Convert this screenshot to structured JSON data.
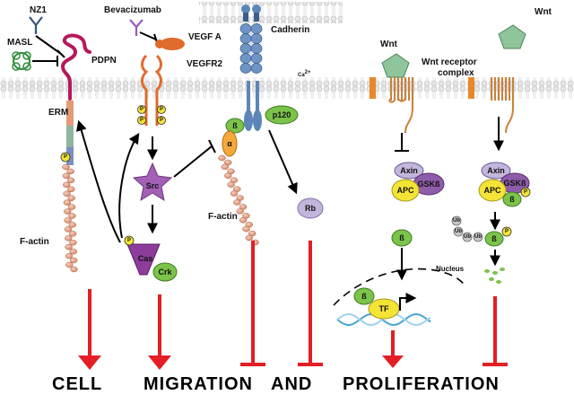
{
  "labels": {
    "nz1": "NZ1",
    "masl": "MASL",
    "pdpn": "PDPN",
    "bevacizumab": "Bevacizumab",
    "vegfa": "VEGF A",
    "vegfr2": "VEGFR2",
    "cadherin": "Cadherin",
    "ca": "Ca",
    "ca_sup": "2+",
    "wnt_left": "Wnt",
    "wnt_receptor": "Wnt receptor",
    "complex": "complex",
    "wnt_right": "Wnt",
    "erm": "ERM",
    "factin_left": "F-actin",
    "factin_mid": "F-actin",
    "src": "Src",
    "cas": "Cas",
    "crk": "Crk",
    "rb": "Rb",
    "beta": "ß",
    "alpha": "α",
    "p120": "p120",
    "axin": "Axin",
    "apc": "APC",
    "gskb": "GSKß",
    "p": "P",
    "ub": "Ub",
    "tf": "TF",
    "nucleus": "Nucleus"
  },
  "bottom": {
    "cell": "CELL",
    "migration": "MIGRATION",
    "and": "AND",
    "proliferation": "PROLIFERATION"
  },
  "colors": {
    "membrane": "#d8d8d8",
    "inhibit_red": "#e31e24",
    "pdpn_magenta": "#b5195b",
    "vegf_orange": "#e06b2d",
    "src_purple": "#a45fb6",
    "cas_purple": "#8e3c9c",
    "green": "#7cc34a",
    "yellow": "#f3e436",
    "orange_alpha": "#f6a93b",
    "cadherin_blue": "#5c86b8",
    "lavender": "#c3b6dc",
    "wnt_receptor_orange": "#c9813c"
  }
}
